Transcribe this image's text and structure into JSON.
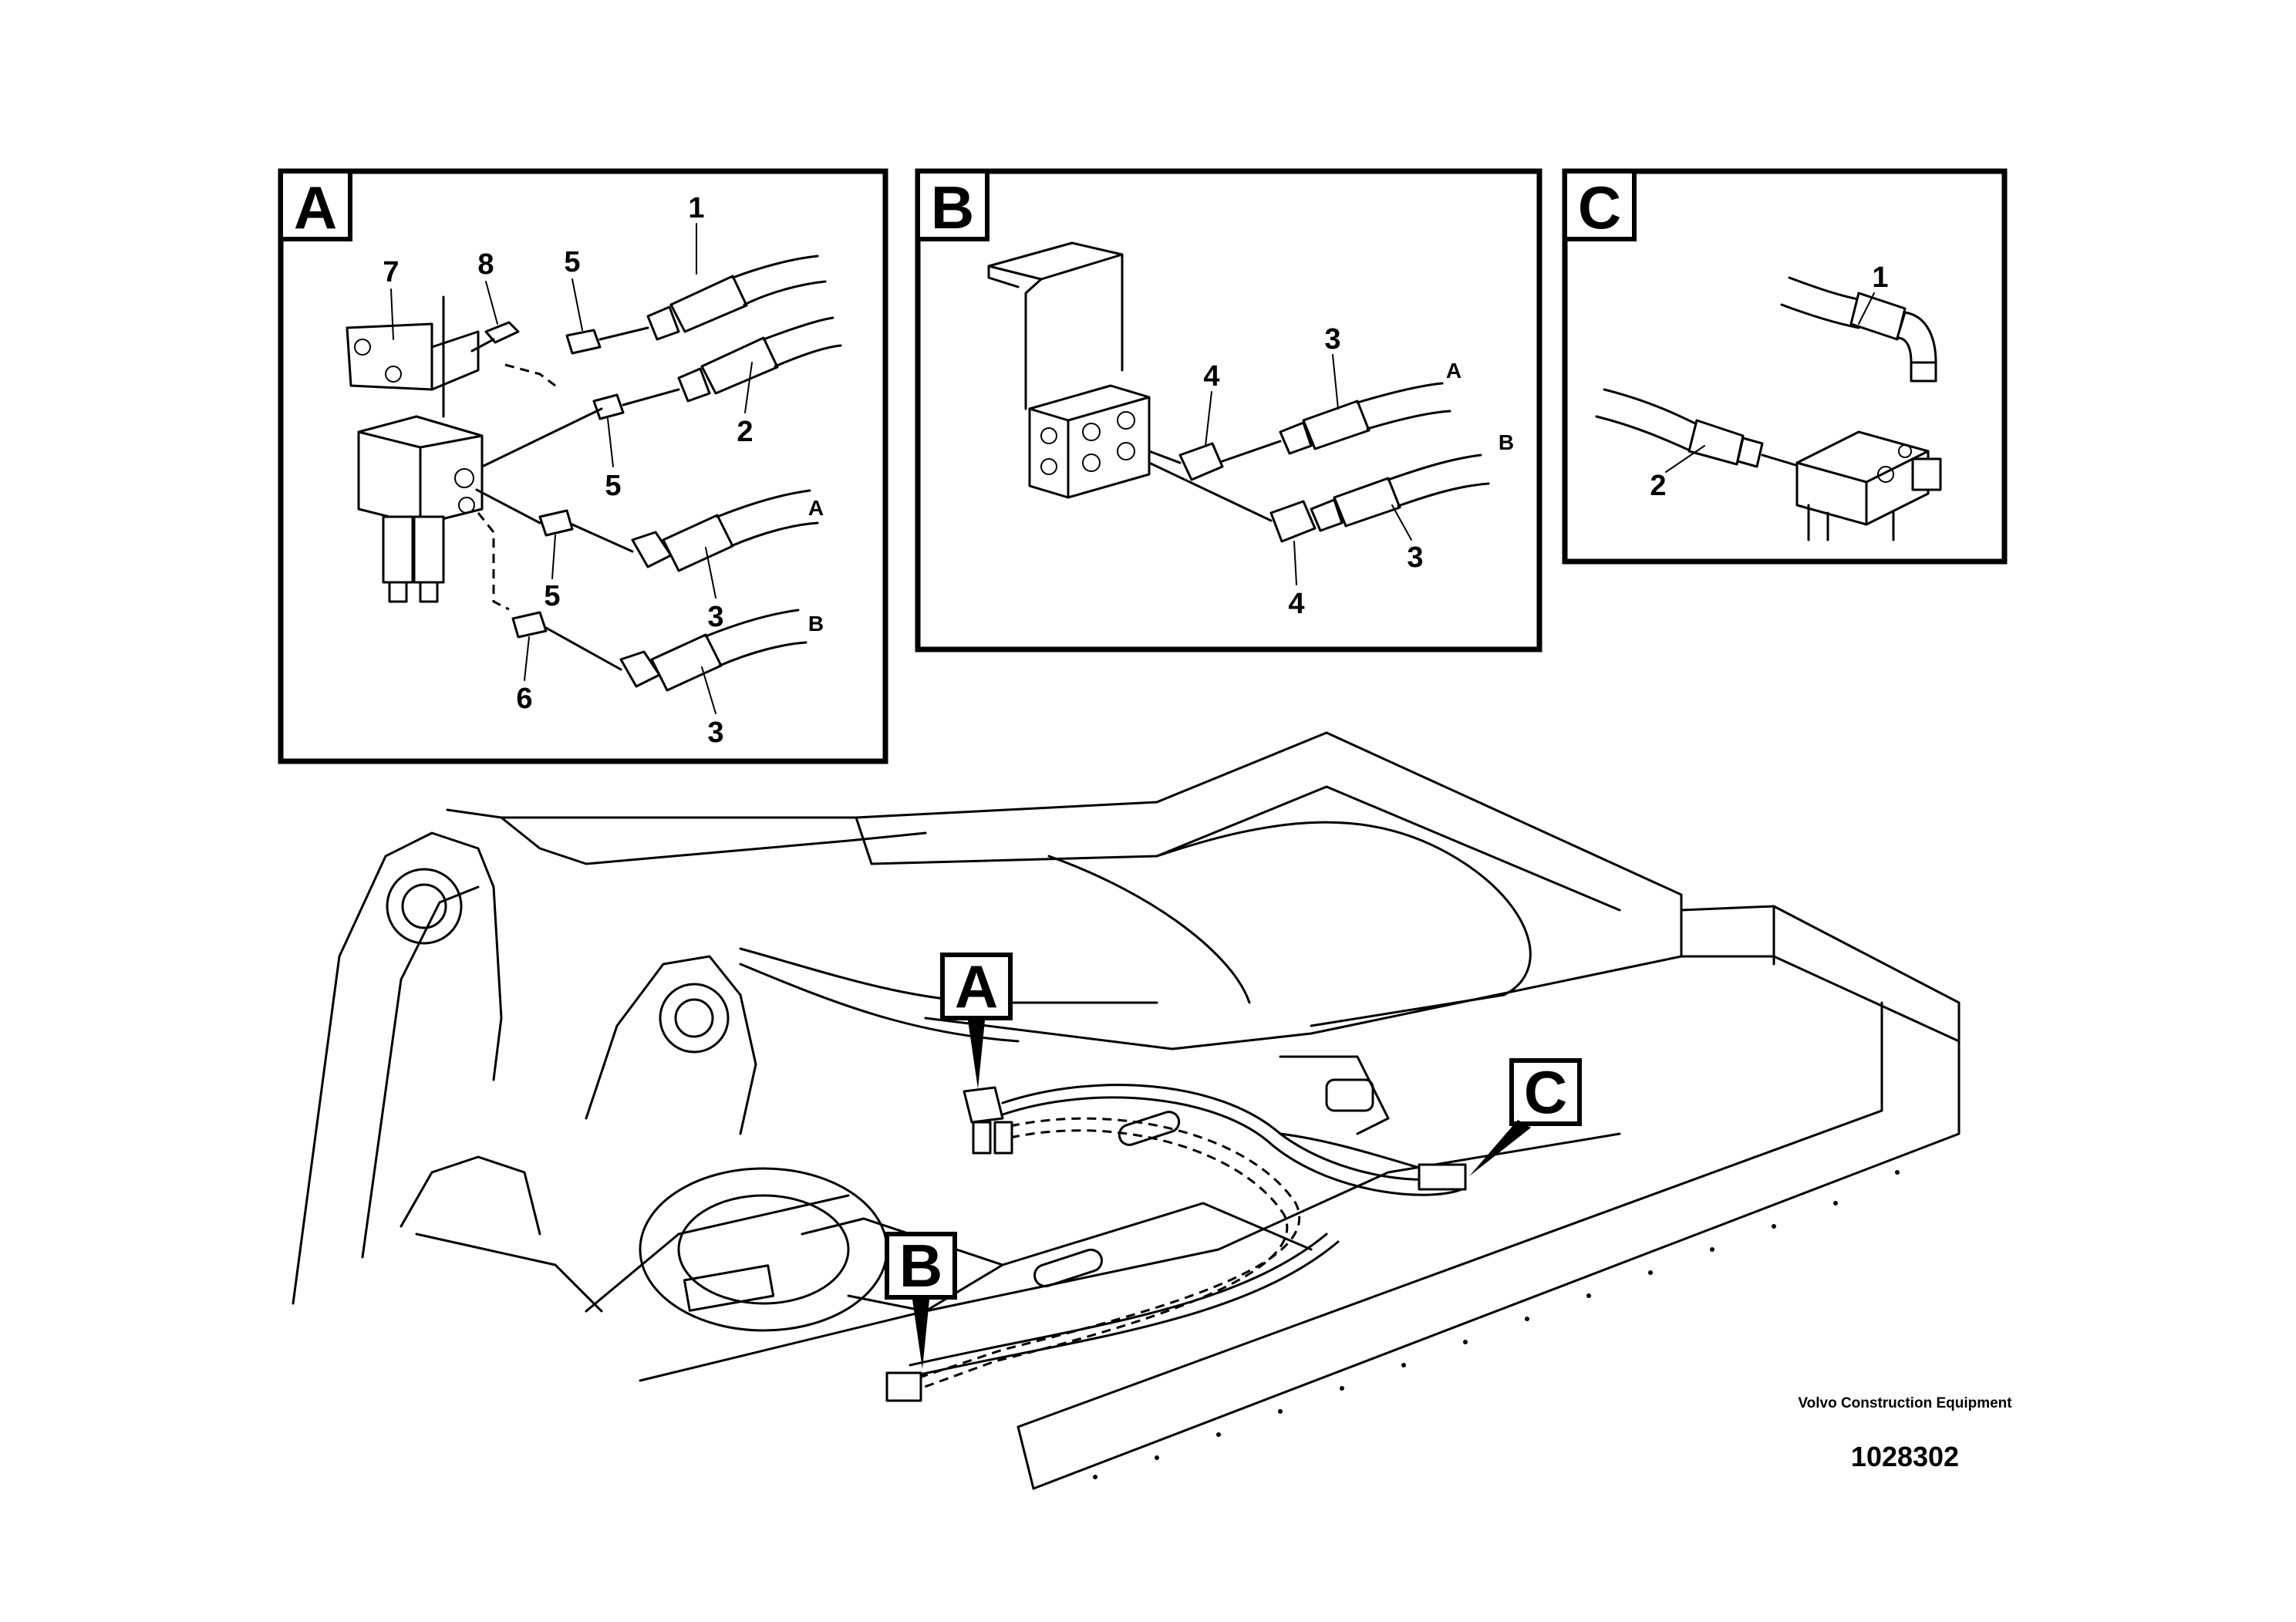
{
  "callouts": {
    "A": "A",
    "B": "B",
    "C": "C"
  },
  "detail_a": {
    "labels": {
      "p1": "1",
      "p2": "2",
      "p3a": "3",
      "p3b": "3",
      "p5a": "5",
      "p5b": "5",
      "p5c": "5",
      "p6": "6",
      "p7": "7",
      "p8": "8"
    },
    "ports": {
      "a": "A",
      "b": "B"
    }
  },
  "detail_b": {
    "labels": {
      "p3a": "3",
      "p3b": "3",
      "p4a": "4",
      "p4b": "4"
    },
    "ports": {
      "a": "A",
      "b": "B"
    }
  },
  "detail_c": {
    "labels": {
      "p1": "1",
      "p2": "2"
    }
  },
  "footer": {
    "brand": "Volvo Construction Equipment",
    "drawing_number": "1028302"
  }
}
